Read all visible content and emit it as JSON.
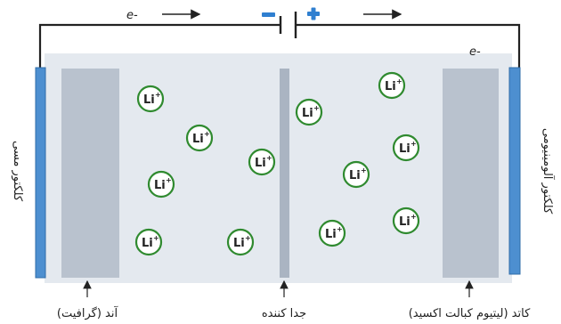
{
  "labels": {
    "electron_left": "e-",
    "electron_right": "e-",
    "terminal_negative": "-",
    "terminal_positive": "+",
    "left_collector": "کلکتور مسی",
    "right_collector": "کلکتور آلومینیومی",
    "anode": "آند (گرافیت)",
    "separator": "جدا کننده",
    "cathode": "کاتد (لیتیوم کبالت اکسید)"
  },
  "ion": {
    "symbol": "Li",
    "charge": "+"
  },
  "colors": {
    "electrolyte": "#e4e9ef",
    "electrode": "#b9c2ce",
    "separator": "#aab4c2",
    "collector": "#4d8fd0",
    "collector_edge": "#2f6ca8",
    "wire": "#222222",
    "ion_ring": "#2f8a2f",
    "terminal_negative": "#2f7fd0",
    "terminal_positive": "#2f7fd0"
  },
  "ions": [
    {
      "id": 1
    },
    {
      "id": 2
    },
    {
      "id": 3
    },
    {
      "id": 4
    },
    {
      "id": 5
    },
    {
      "id": 6
    },
    {
      "id": 7
    },
    {
      "id": 8
    },
    {
      "id": 9
    },
    {
      "id": 10
    },
    {
      "id": 11
    },
    {
      "id": 12
    }
  ]
}
